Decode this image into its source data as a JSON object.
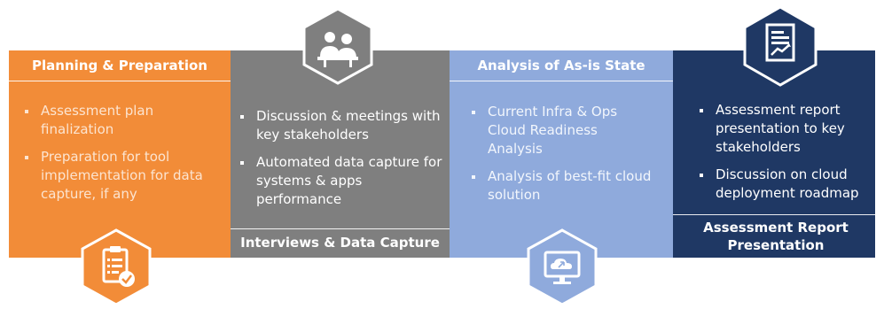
{
  "colors": {
    "planning": "#F28C38",
    "interviews": "#7F7F7F",
    "analysis": "#8FAADC",
    "assessment": "#1F3864"
  },
  "stages": [
    {
      "title": "Planning & Preparation",
      "bullets": [
        "Assessment plan finalization",
        "Preparation for tool implementation for data capture, if any"
      ],
      "icon": "clipboard-check-icon"
    },
    {
      "title": "Interviews & Data Capture",
      "bullets": [
        "Discussion & meetings with key stakeholders",
        "Automated data capture for systems & apps performance"
      ],
      "icon": "meeting-people-icon"
    },
    {
      "title": "Analysis of As-is State",
      "bullets": [
        "Current Infra & Ops Cloud Readiness Analysis",
        "Analysis of best-fit cloud solution"
      ],
      "icon": "cloud-monitor-icon"
    },
    {
      "title": "Assessment Report Presentation",
      "bullets": [
        "Assessment report presentation to key stakeholders",
        "Discussion on cloud deployment roadmap"
      ],
      "icon": "report-chart-icon"
    }
  ]
}
